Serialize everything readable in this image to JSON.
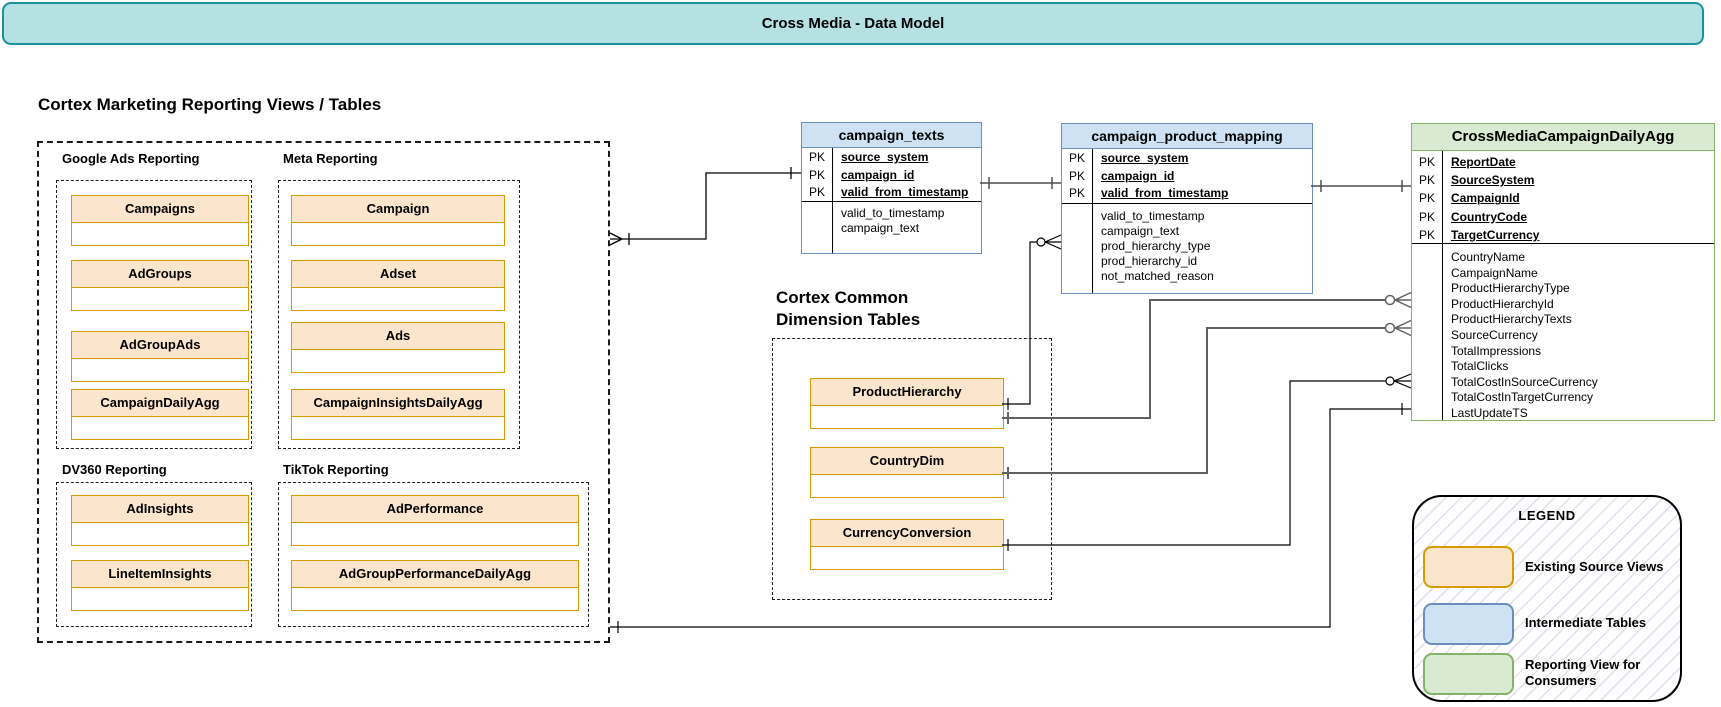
{
  "banner": {
    "title": "Cross Media - Data Model"
  },
  "marketing": {
    "heading": "Cortex Marketing Reporting Views / Tables",
    "groups": [
      {
        "label": "Google Ads Reporting",
        "entities": [
          "Campaigns",
          "AdGroups",
          "AdGroupAds",
          "CampaignDailyAgg"
        ]
      },
      {
        "label": "Meta Reporting",
        "entities": [
          "Campaign",
          "Adset",
          "Ads",
          "CampaignInsightsDailyAgg"
        ]
      },
      {
        "label": "DV360 Reporting",
        "entities": [
          "AdInsights",
          "LineItemInsights"
        ]
      },
      {
        "label": "TikTok Reporting",
        "entities": [
          "AdPerformance",
          "AdGroupPerformanceDailyAgg"
        ]
      }
    ]
  },
  "common_dimensions": {
    "heading_line1": "Cortex Common",
    "heading_line2": "Dimension Tables",
    "entities": [
      "ProductHierarchy",
      "CountryDim",
      "CurrencyConversion"
    ]
  },
  "labels": {
    "pk": "PK"
  },
  "tables": {
    "campaign_texts": {
      "title": "campaign_texts",
      "pk_fields": [
        "source_system",
        "campaign_id",
        "valid_from_timestamp"
      ],
      "fields": [
        "valid_to_timestamp",
        "campaign_text"
      ]
    },
    "campaign_product_mapping": {
      "title": "campaign_product_mapping",
      "pk_fields": [
        "source_system",
        "campaign_id",
        "valid_from_timestamp"
      ],
      "fields": [
        "valid_to_timestamp",
        "campaign_text",
        "prod_hierarchy_type",
        "prod_hierarchy_id",
        "not_matched_reason"
      ]
    },
    "cross_media_campaign_daily_agg": {
      "title": "CrossMediaCampaignDailyAgg",
      "pk_fields": [
        "ReportDate",
        "SourceSystem",
        "CampaignId",
        "CountryCode",
        "TargetCurrency"
      ],
      "fields": [
        "CountryName",
        "CampaignName",
        "ProductHierarchyType",
        "ProductHierarchyId",
        "ProductHierarchyTexts",
        "SourceCurrency",
        "TotalImpressions",
        "TotalClicks",
        "TotalCostInSourceCurrency",
        "TotalCostInTargetCurrency",
        "LastUpdateTS"
      ]
    }
  },
  "legend": {
    "title": "LEGEND",
    "items": [
      {
        "label": "Existing Source Views",
        "fill": "#fce5cd",
        "border": "#d79b00"
      },
      {
        "label": "Intermediate Tables",
        "fill": "#cfe2f3",
        "border": "#6c8ebf"
      },
      {
        "label": "Reporting View for Consumers",
        "fill": "#d9ead3",
        "border": "#82b366"
      }
    ]
  },
  "colors": {
    "banner_fill": "#b6e1e3",
    "banner_border": "#17939e",
    "source_fill": "#fce5cd",
    "source_border": "#d79b00",
    "intermediate_fill": "#cfe2f3",
    "intermediate_border": "#6c8ebf",
    "reporting_fill": "#d9ead3",
    "reporting_border": "#82b366"
  }
}
